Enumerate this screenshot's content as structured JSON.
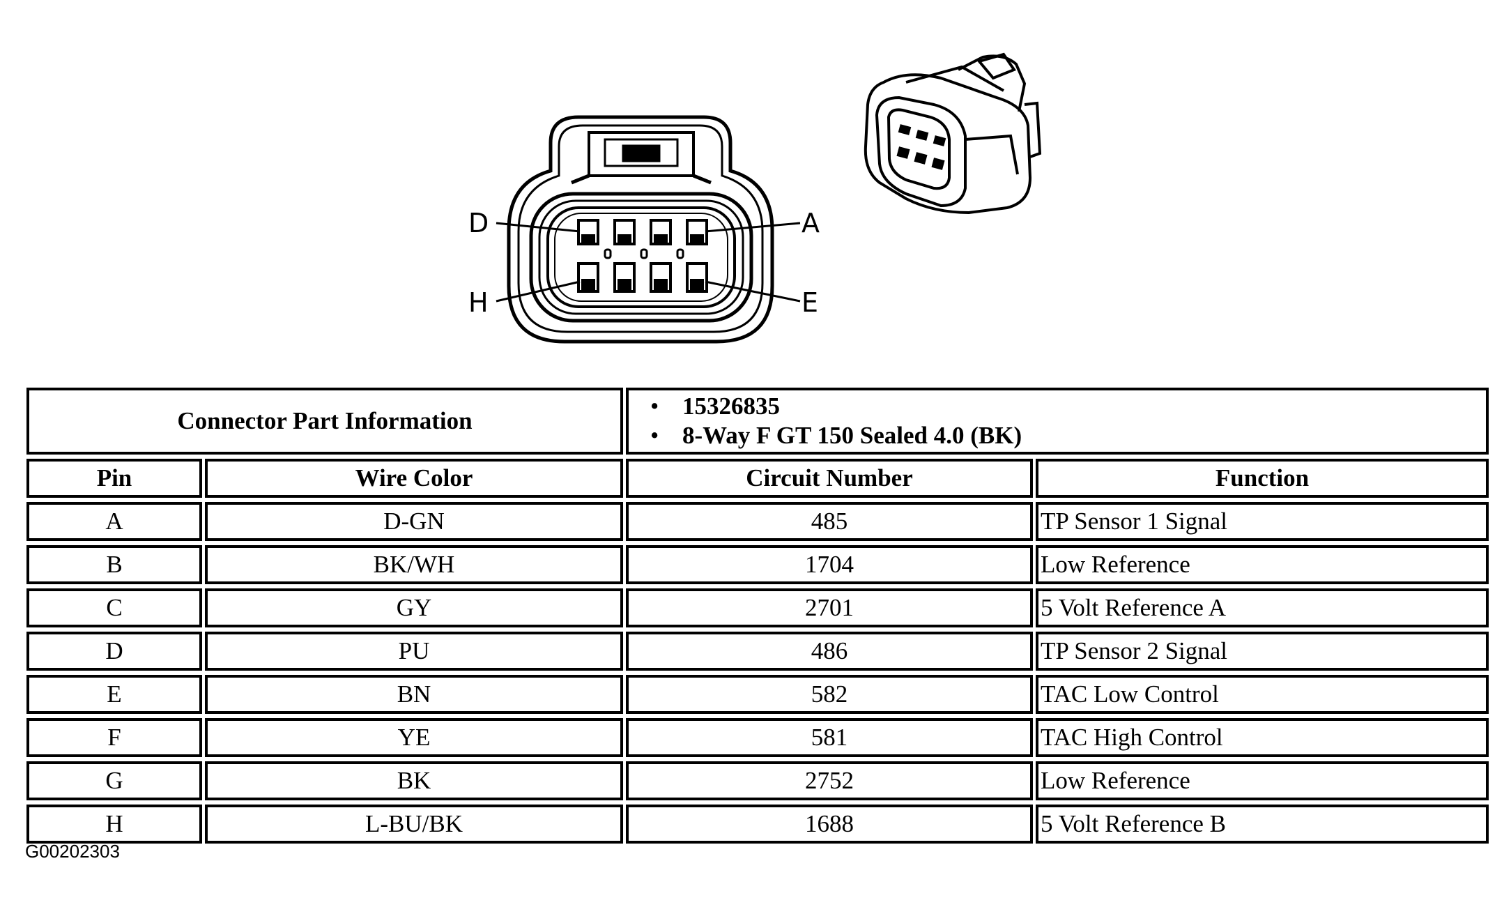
{
  "callouts": {
    "d": "D",
    "a": "A",
    "h": "H",
    "e": "E"
  },
  "table": {
    "info_label": "Connector Part Information",
    "info_items": [
      "15326835",
      "8-Way F GT 150 Sealed 4.0 (BK)"
    ],
    "headers": [
      "Pin",
      "Wire Color",
      "Circuit Number",
      "Function"
    ],
    "rows": [
      [
        "A",
        "D-GN",
        "485",
        "TP Sensor 1 Signal"
      ],
      [
        "B",
        "BK/WH",
        "1704",
        "Low Reference"
      ],
      [
        "C",
        "GY",
        "2701",
        "5 Volt Reference A"
      ],
      [
        "D",
        "PU",
        "486",
        "TP Sensor 2 Signal"
      ],
      [
        "E",
        "BN",
        "582",
        "TAC Low Control"
      ],
      [
        "F",
        "YE",
        "581",
        "TAC High Control"
      ],
      [
        "G",
        "BK",
        "2752",
        "Low Reference"
      ],
      [
        "H",
        "L-BU/BK",
        "1688",
        "5 Volt Reference B"
      ]
    ]
  },
  "figure_id": "G00202303"
}
